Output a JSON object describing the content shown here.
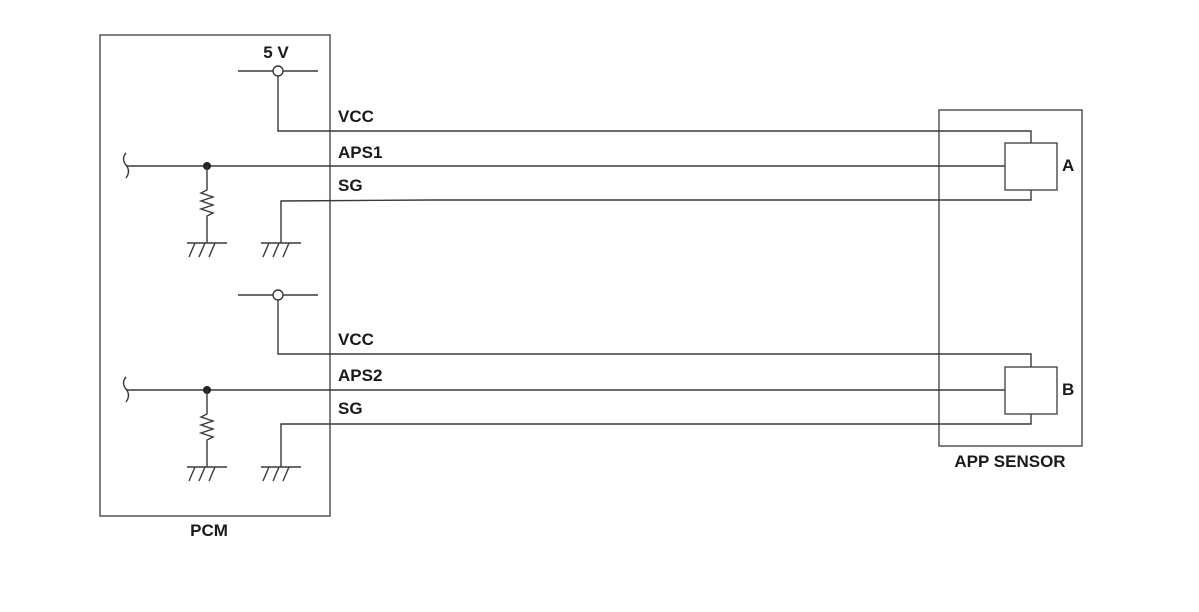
{
  "pcm": {
    "label": "PCM",
    "supply_label": "5 V"
  },
  "sensor": {
    "label": "APP SENSOR",
    "element_a_label": "A",
    "element_b_label": "B"
  },
  "circuit_1": {
    "vcc_label": "VCC",
    "signal_label": "APS1",
    "ground_label": "SG"
  },
  "circuit_2": {
    "vcc_label": "VCC",
    "signal_label": "APS2",
    "ground_label": "SG"
  },
  "colors": {
    "line": "#3a3a3a",
    "text": "#1a1a1a",
    "background": "#ffffff"
  }
}
